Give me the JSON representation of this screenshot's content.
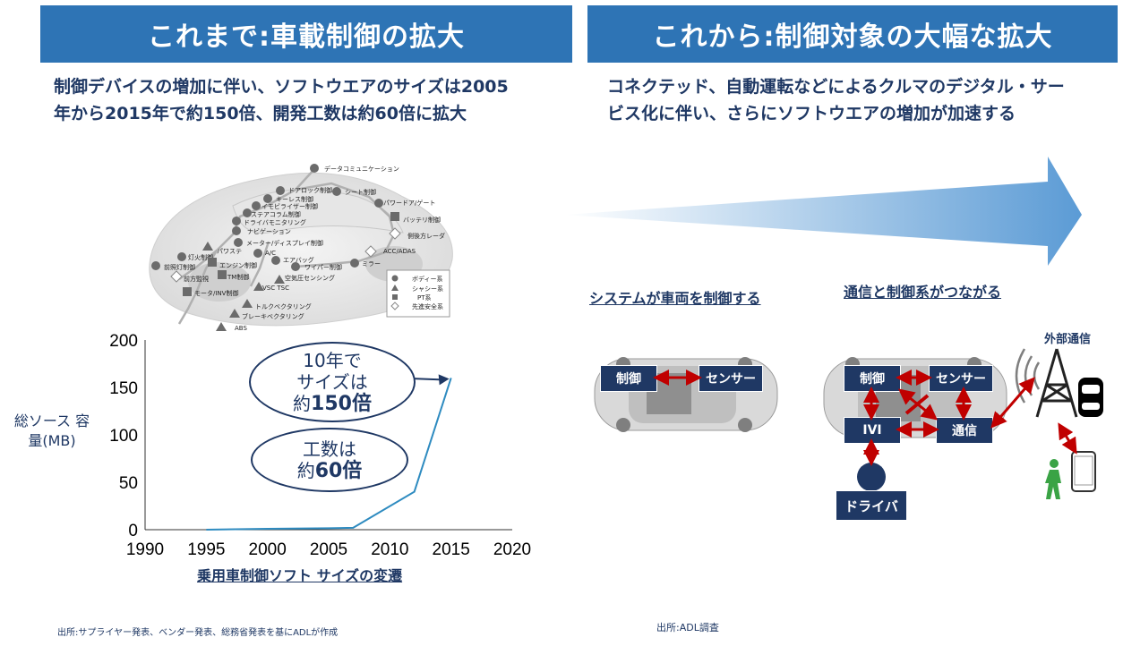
{
  "left": {
    "banner": "これまで:車載制御の拡大",
    "desc_line1": "制御デバイスの増加に伴い、ソフトウエアのサイズは2005",
    "desc_line2": "年から2015年で約150倍、開発工数は約60倍に拡大",
    "car_labels": [
      "データコミュニケーション",
      "ドアロック制御",
      "シート制御",
      "キーレス制御",
      "イモビライザー制御",
      "パワードア/ゲート",
      "ステアコラム制御",
      "バッテリ制御",
      "ドライバモニタリング",
      "ナビゲーション",
      "側後方レーダ",
      "メーター/ディスプレイ制御",
      "パワステ",
      "A/C",
      "ACC/ADAS",
      "灯火制御",
      "エアバッグ",
      "ミラー",
      "前照灯制御",
      "エンジン制御",
      "ワイパー制御",
      "前方監視",
      "TM制御",
      "空気圧センシング",
      "VSC TSC",
      "モータ/INV制御",
      "トルクベクタリング",
      "ブレーキベクタリング",
      "ABS"
    ],
    "legend": [
      "ボディー系",
      "シャシー系",
      "PT系",
      "先進安全系"
    ],
    "oval1": {
      "l1": "10年で",
      "l2": "サイズは",
      "l3a": "約",
      "l3b": "150倍"
    },
    "oval2": {
      "l1": "工数は",
      "l2a": "約",
      "l2b": "60倍"
    },
    "chart_caption": "乗用車制御ソフト サイズの変遷",
    "source": "出所:サプライヤー発表、ベンダー発表、総務省発表を基にADLが作成"
  },
  "right": {
    "banner": "これから:制御対象の大幅な拡大",
    "desc_line1": "コネクテッド、自動運転などによるクルマのデジタル・サー",
    "desc_line2": "ビス化に伴い、さらにソフトウエアの増加が加速する",
    "link1": "システムが車両を制御する",
    "link2": "通信と制御系がつながる",
    "box_control": "制御",
    "box_sensor": "センサー",
    "box_ivi": "IVI",
    "box_comm": "通信",
    "box_driver": "ドライバ",
    "external": "外部通信",
    "source": "出所:ADL調査"
  },
  "chart_data": {
    "type": "line",
    "title": "",
    "xlabel": "乗用車制御ソフト サイズの変遷",
    "ylabel": "総ソース 容量(MB)",
    "xlim": [
      1990,
      2020
    ],
    "ylim": [
      0,
      200
    ],
    "xticks": [
      1990,
      1995,
      2000,
      2005,
      2010,
      2015,
      2020
    ],
    "yticks": [
      0,
      50,
      100,
      150,
      200
    ],
    "x": [
      1995,
      2000,
      2005,
      2007,
      2012,
      2015
    ],
    "values": [
      0,
      1,
      1.5,
      2,
      40,
      160
    ],
    "color": "#2e8bc0"
  }
}
